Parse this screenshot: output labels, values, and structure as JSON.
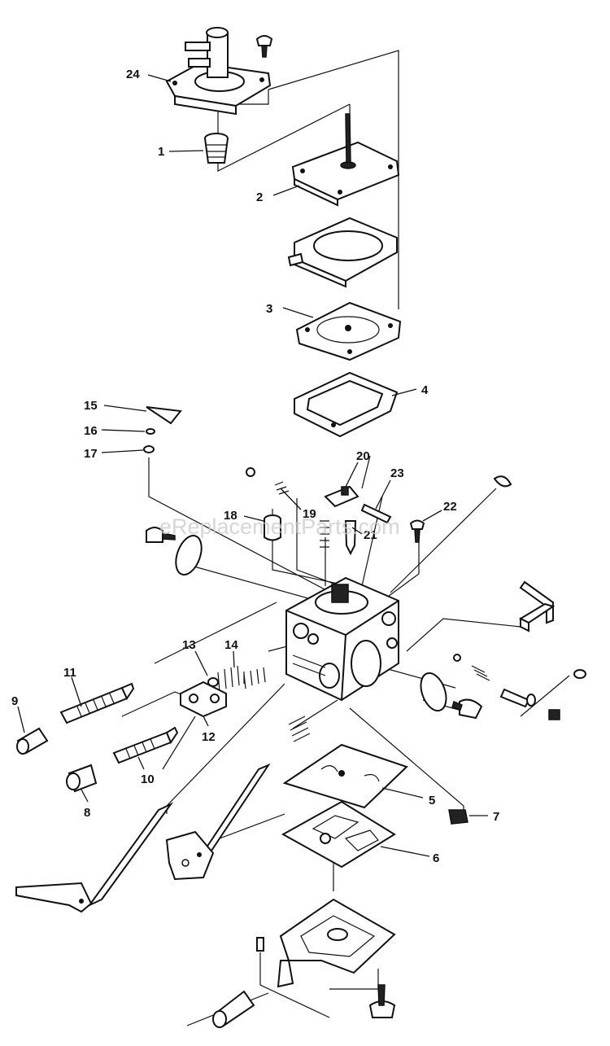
{
  "watermark": "eReplacementParts.com",
  "callouts": [
    "24",
    "1",
    "2",
    "3",
    "4",
    "15",
    "16",
    "17",
    "20",
    "23",
    "22",
    "18",
    "19",
    "21",
    "13",
    "14",
    "11",
    "9",
    "12",
    "10",
    "8",
    "5",
    "6",
    "7"
  ]
}
